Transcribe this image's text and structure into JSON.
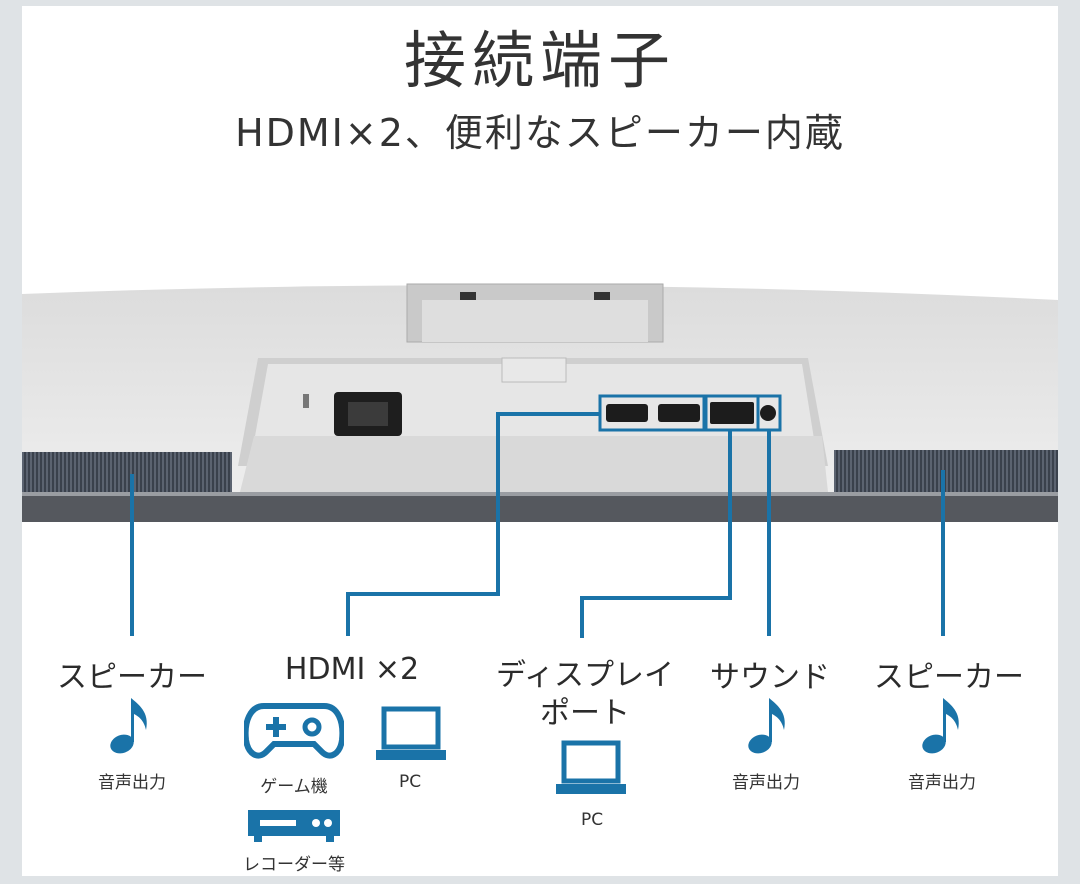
{
  "header": {
    "title": "接続端子",
    "subtitle": "HDMI×2、便利なスピーカー内蔵"
  },
  "colors": {
    "accent": "#1a73a8",
    "text": "#2b2b2b"
  },
  "ports": {
    "speaker_left": {
      "label": "スピーカー",
      "icon": "music-note-icon",
      "caption": "音声出力"
    },
    "hdmi": {
      "label": "HDMI ×2",
      "devices": [
        {
          "icon": "gamepad-icon",
          "caption": "ゲーム機"
        },
        {
          "icon": "laptop-icon",
          "caption": "PC"
        },
        {
          "icon": "recorder-icon",
          "caption": "レコーダー等"
        }
      ]
    },
    "displayport": {
      "label_line1": "ディスプレイ",
      "label_line2": "ポート",
      "device": {
        "icon": "laptop-icon",
        "caption": "PC"
      }
    },
    "sound": {
      "label": "サウンド",
      "icon": "music-note-icon",
      "caption": "音声出力"
    },
    "speaker_right": {
      "label": "スピーカー",
      "icon": "music-note-icon",
      "caption": "音声出力"
    }
  }
}
